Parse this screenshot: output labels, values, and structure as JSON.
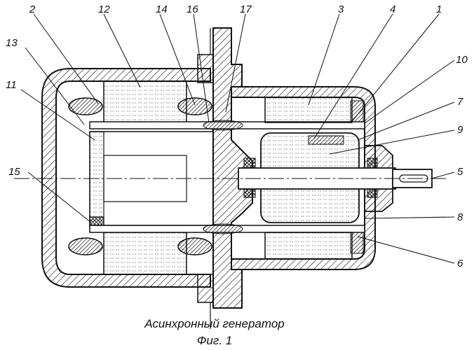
{
  "caption": {
    "title": "Асинхронный генератор",
    "figure": "Фиг. 1"
  },
  "callouts": [
    "1",
    "2",
    "3",
    "4",
    "5",
    "6",
    "7",
    "8",
    "9",
    "10",
    "11",
    "12",
    "13",
    "14",
    "15",
    "16",
    "17"
  ],
  "colors": {
    "ink": "#111111",
    "paper": "#ffffff"
  }
}
